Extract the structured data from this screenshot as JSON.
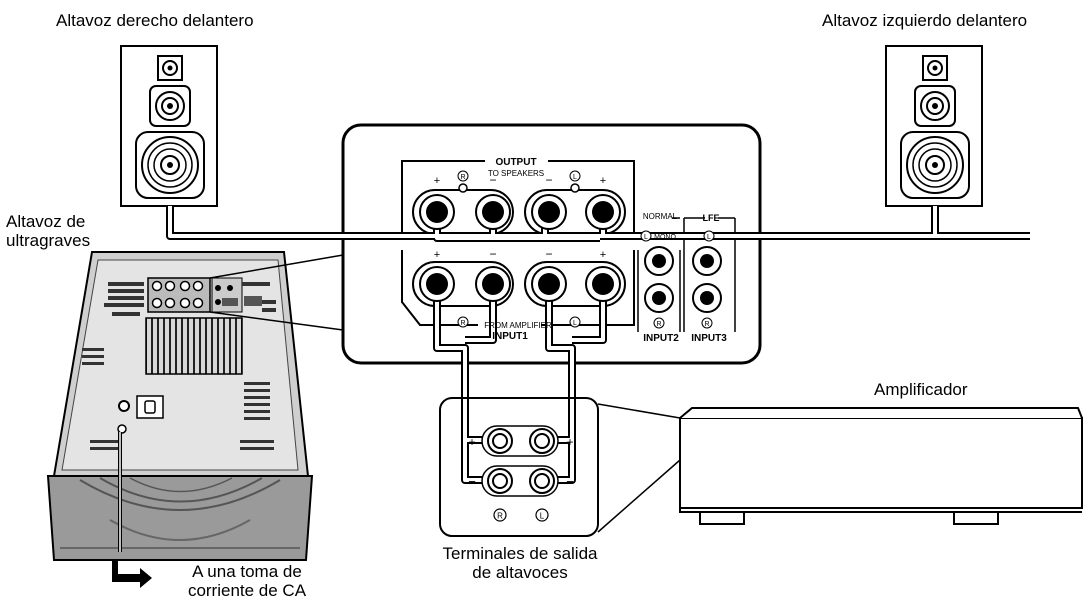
{
  "labels": {
    "right_front_speaker": "Altavoz derecho delantero",
    "left_front_speaker": "Altavoz izquierdo delantero",
    "subwoofer_line1": "Altavoz de",
    "subwoofer_line2": "ultragraves",
    "amplifier": "Amplificador",
    "amp_terminals_line1": "Terminales de salida",
    "amp_terminals_line2": "de altavoces",
    "ac_outlet_line1": "A una toma de",
    "ac_outlet_line2": "corriente de CA"
  },
  "panel": {
    "output_title": "OUTPUT",
    "to_speakers": "TO SPEAKERS",
    "plus": "+",
    "minus": "−",
    "right_mark": "R",
    "left_mark": "L",
    "normal": "NORMAL",
    "mono": "MONO",
    "lfe": "LFE",
    "from_amplifier": "FROM AMPLIFIER",
    "input1": "INPUT1",
    "input2": "INPUT2",
    "input3": "INPUT3"
  },
  "amp_terminals": {
    "plus": "+",
    "minus": "−",
    "right_mark": "R",
    "left_mark": "L"
  }
}
